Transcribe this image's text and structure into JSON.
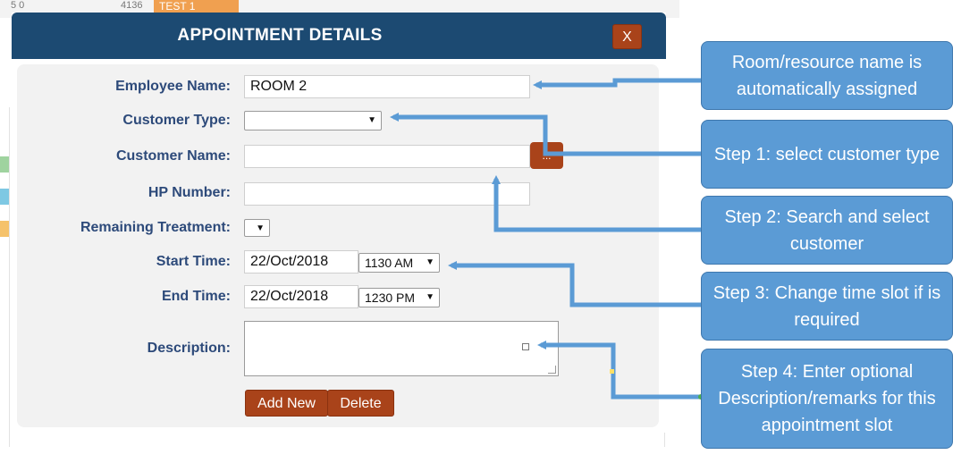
{
  "background": {
    "partial_text_left": "5  0",
    "partial_text_mid": "4136",
    "partial_text_orange": "TEST 1"
  },
  "modal": {
    "title": "APPOINTMENT DETAILS",
    "close_label": "X"
  },
  "form": {
    "employee_name": {
      "label": "Employee Name:",
      "value": "ROOM 2"
    },
    "customer_type": {
      "label": "Customer Type:",
      "value": ""
    },
    "customer_name": {
      "label": "Customer Name:",
      "value": "",
      "search_label": "..."
    },
    "hp_number": {
      "label": "HP Number:",
      "value": ""
    },
    "remaining_treatment": {
      "label": "Remaining Treatment:",
      "value": ""
    },
    "start_time": {
      "label": "Start Time:",
      "date": "22/Oct/2018",
      "time": "1130 AM"
    },
    "end_time": {
      "label": "End Time:",
      "date": "22/Oct/2018",
      "time": "1230 PM"
    },
    "description": {
      "label": "Description:",
      "value": ""
    },
    "add_new_label": "Add New",
    "delete_label": "Delete"
  },
  "callouts": [
    {
      "text": "Room/resource name is automatically assigned"
    },
    {
      "text": "Step 1: select customer type"
    },
    {
      "text": "Step 2: Search and select customer"
    },
    {
      "text": "Step 3: Change time slot if is required"
    },
    {
      "text": "Step 4: Enter optional Description/remarks for this appointment slot"
    }
  ],
  "colors": {
    "header": "#1c4a72",
    "button": "#a9431a",
    "label": "#2d4a7a",
    "callout": "#5b9bd5"
  }
}
